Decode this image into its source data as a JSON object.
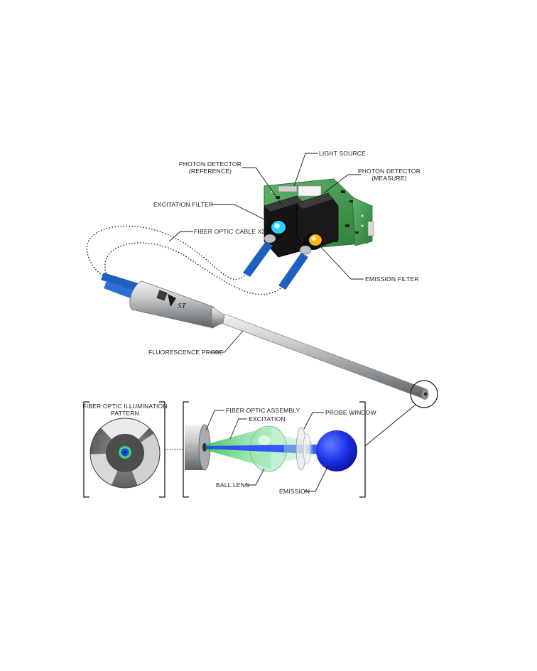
{
  "labels": {
    "light_source": "LIGHT SOURCE",
    "photon_detector_reference_1": "PHOTON DETECTOR",
    "photon_detector_reference_2": "(REFERENCE)",
    "photon_detector_measure_1": "PHOTON DETECTOR",
    "photon_detector_measure_2": "(MEASURE)",
    "excitation_filter": "EXCITATION FILTER",
    "fiber_optic_cable": "FIBER OPTIC CABLE X2",
    "emission_filter": "EMISSION FILTER",
    "fluorescence_probe": "FLUORESCENCE PROBE",
    "illumination_pattern_1": "FIBER OPTIC ILLUMINATION",
    "illumination_pattern_2": "PATTERN",
    "fiber_optic_assembly": "FIBER OPTIC ASSEMBLY",
    "excitation": "EXCITATION",
    "probe_window": "PROBE WINDOW",
    "ball_lens": "BALL LENS",
    "emission": "EMISSION"
  },
  "logo_text": "ST",
  "colors": {
    "pcb_green": "#3f9a4a",
    "excitation_cyan": "#29d3ff",
    "emission_yellow": "#ffb21a",
    "cable_blue": "#1f5fc0",
    "excitation_green": "#3fd06a",
    "emission_blue": "#1e3fff",
    "steel": "#b9bcbf"
  }
}
